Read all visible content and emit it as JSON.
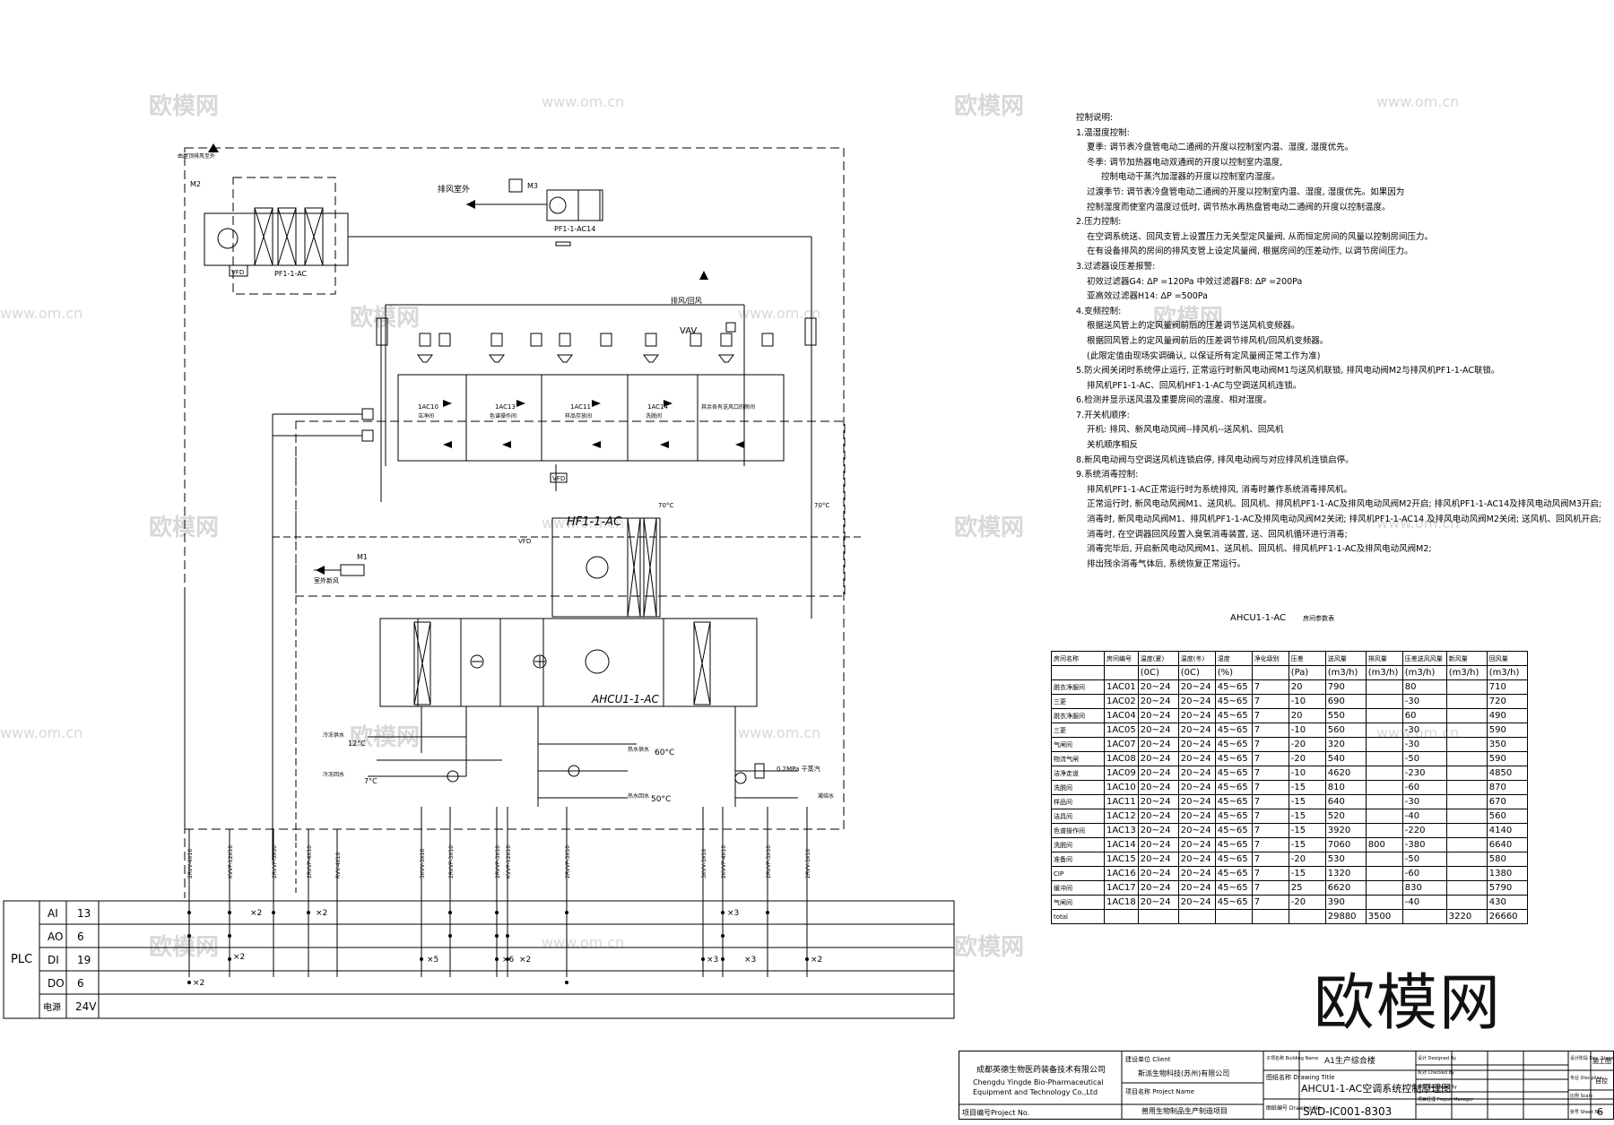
{
  "diagram": {
    "ahu_label": "AHCU1-1-AC",
    "hf_label": "HF1-1-AC",
    "exhaust_fan_label": "PF1-1-AC",
    "exhaust_fan2_label": "PF1-1-AC14",
    "top_left_label": "由屋顶排风至外",
    "exhaust_outdoor": "排风室外",
    "exhaust_top_mid": "排风/回风",
    "vav": "VAV",
    "fresh_air": "室外新风",
    "vfd": "VFD",
    "m1": "M1",
    "m2": "M2",
    "m3": "M3",
    "temp_70_left": "70°C",
    "temp_70_right": "70°C",
    "temp_12": "12°C",
    "cold_water_supply": "冷冻供水",
    "cold_water_return": "冷冻回水",
    "temp_7": "7°C",
    "hot_water_supply": "热水供水",
    "temp_60": "60°C",
    "hot_water_return": "热水回水",
    "temp_50": "50°C",
    "steam": "0.2MPa 干蒸汽",
    "condensate": "凝结水",
    "rooms": [
      {
        "code": "1AC10",
        "name": "洁净间"
      },
      {
        "code": "1AC13",
        "name": "色谱操作间"
      },
      {
        "code": "1AC11",
        "name": "样品存放间"
      },
      {
        "code": "1AC14",
        "name": "洗脱间"
      },
      {
        "code": "",
        "name": "其余各有送风口的房间"
      }
    ],
    "cables": [
      "2RVV-4X10",
      "KVVP-12X10",
      "2RVVP-3X10",
      "2RVVP-4X10",
      "RVV-4X10",
      "5KVV-3X10",
      "2RVVP-3X10",
      "2RVVP-3X10",
      "KVVP-12X10",
      "2RVVP-3X10",
      "3KVV-3X10",
      "2KVVP-4X10",
      "2RVVP-3X10",
      "2RVV-3X10"
    ]
  },
  "plc": {
    "title": "PLC",
    "rows": [
      {
        "name": "AI",
        "value": "13"
      },
      {
        "name": "AO",
        "value": "6"
      },
      {
        "name": "DI",
        "value": "19"
      },
      {
        "name": "DO",
        "value": "6"
      },
      {
        "name": "电源",
        "value": "24V"
      }
    ],
    "multipliers": [
      "×2",
      "×2",
      "×3",
      "×2",
      "×5",
      "×6",
      "×2",
      "×3",
      "×3",
      "×2",
      "×2"
    ]
  },
  "notes": {
    "title": "控制说明:",
    "lines": [
      {
        "t": "1.温湿度控制:",
        "lvl": 0
      },
      {
        "t": "夏季: 调节表冷盘管电动二通阀的开度以控制室内温、湿度, 湿度优先。",
        "lvl": 1
      },
      {
        "t": "冬季:   调节加热器电动双通阀的开度以控制室内温度,",
        "lvl": 1
      },
      {
        "t": "控制电动干蒸汽加湿器的开度以控制室内湿度。",
        "lvl": 2
      },
      {
        "t": "过渡季节: 调节表冷盘管电动二通阀的开度以控制室内温、湿度, 湿度优先。如果因为",
        "lvl": 1
      },
      {
        "t": "控制湿度而使室内温度过低时, 调节热水再热盘管电动二通阀的开度以控制温度。",
        "lvl": 1
      },
      {
        "t": "2.压力控制:",
        "lvl": 0
      },
      {
        "t": "在空调系统送、回风支管上设置压力无关型定风量阀, 从而恒定房间的风量以控制房间压力。",
        "lvl": 1
      },
      {
        "t": "在有设备排风的房间的排风支管上设定风量阀, 根据房间的压差动作, 以调节房间压力。",
        "lvl": 1
      },
      {
        "t": "3.过滤器设压差报警:",
        "lvl": 0
      },
      {
        "t": "初效过滤器G4:        ΔP  =120Pa                中效过滤器F8:    ΔP  =200Pa",
        "lvl": 1
      },
      {
        "t": "亚高效过滤器H14:   ΔP  =500Pa",
        "lvl": 1
      },
      {
        "t": "4.变频控制:",
        "lvl": 0
      },
      {
        "t": "根据送风管上的定风量阀前后的压差调节送风机变频器。",
        "lvl": 1
      },
      {
        "t": "根据回风管上的定风量阀前后的压差调节排风机/回风机变频器。",
        "lvl": 1
      },
      {
        "t": "(此限定值由现场实调确认, 以保证所有定风量阀正常工作为准)",
        "lvl": 1
      },
      {
        "t": "5.防火阀关闭时系统停止运行, 正常运行时新风电动阀M1与送风机联锁, 排风电动阀M2与排风机PF1-1-AC联锁。",
        "lvl": 0
      },
      {
        "t": "排风机PF1-1-AC、回风机HF1-1-AC与空调送风机连锁。",
        "lvl": 1
      },
      {
        "t": "6.检测并显示送风温及重要房间的温度、相对湿度。",
        "lvl": 0
      },
      {
        "t": "7.开关机顺序:",
        "lvl": 0
      },
      {
        "t": "开机: 排风、新风电动风阀--排风机--送风机、回风机",
        "lvl": 1
      },
      {
        "t": "关机顺序相反",
        "lvl": 1
      },
      {
        "t": "8.新风电动阀与空调送风机连锁启停, 排风电动阀与对应排风机连锁启停。",
        "lvl": 0
      },
      {
        "t": "9.系统消毒控制:",
        "lvl": 0
      },
      {
        "t": "排风机PF1-1-AC正常运行时为系统排风, 消毒时兼作系统消毒排风机。",
        "lvl": 1
      },
      {
        "t": "正常运行时, 新风电动风阀M1、送风机、回风机、排风机PF1-1-AC及排风电动风阀M2开启; 排风机PF1-1-AC14及排风电动风阀M3开启;",
        "lvl": 1
      },
      {
        "t": "消毒时, 新风电动风阀M1、排风机PF1-1-AC及排风电动风阀M2关闭; 排风机PF1-1-AC14 及排风电动风阀M2关闭; 送风机、回风机开启;",
        "lvl": 1
      },
      {
        "t": "消毒时, 在空调器回风段置入臭氧消毒装置, 送、回风机循环进行消毒;",
        "lvl": 1
      },
      {
        "t": "消毒完毕后, 开启新风电动风阀M1、送风机、回风机、排风机PF1-1-AC及排风电动风阀M2;",
        "lvl": 1
      },
      {
        "t": "排出残余消毒气体后, 系统恢复正常运行。",
        "lvl": 1
      }
    ]
  },
  "room_table": {
    "title_code": "AHCU1-1-AC",
    "title_text": "房间参数表",
    "header": [
      "房间名称",
      "房间编号",
      "温度(夏)",
      "温度(冬)",
      "湿度",
      "净化级别",
      "压差",
      "送风量",
      "排风量",
      "压差送风风量",
      "新风量",
      "回风量"
    ],
    "units": [
      "",
      "",
      "(0C)",
      "(0C)",
      "(%)",
      "",
      "(Pa)",
      "(m3/h)",
      "(m3/h)",
      "(m3/h)",
      "(m3/h)",
      "(m3/h)"
    ],
    "rows": [
      [
        "脱衣净服间",
        "1AC01",
        "20~24",
        "20~24",
        "45~65",
        "7",
        "20",
        "790",
        "",
        "80",
        "",
        "710"
      ],
      [
        "三更",
        "1AC02",
        "20~24",
        "20~24",
        "45~65",
        "7",
        "-10",
        "690",
        "",
        "-30",
        "",
        "720"
      ],
      [
        "脱衣净服间",
        "1AC04",
        "20~24",
        "20~24",
        "45~65",
        "7",
        "20",
        "550",
        "",
        "60",
        "",
        "490"
      ],
      [
        "三更",
        "1AC05",
        "20~24",
        "20~24",
        "45~65",
        "7",
        "-10",
        "560",
        "",
        "-30",
        "",
        "590"
      ],
      [
        "气闸间",
        "1AC07",
        "20~24",
        "20~24",
        "45~65",
        "7",
        "-20",
        "320",
        "",
        "-30",
        "",
        "350"
      ],
      [
        "物流气闸",
        "1AC08",
        "20~24",
        "20~24",
        "45~65",
        "7",
        "-20",
        "540",
        "",
        "-50",
        "",
        "590"
      ],
      [
        "洁净走道",
        "1AC09",
        "20~24",
        "20~24",
        "45~65",
        "7",
        "-10",
        "4620",
        "",
        "-230",
        "",
        "4850"
      ],
      [
        "洗脱间",
        "1AC10",
        "20~24",
        "20~24",
        "45~65",
        "7",
        "-15",
        "810",
        "",
        "-60",
        "",
        "870"
      ],
      [
        "样品间",
        "1AC11",
        "20~24",
        "20~24",
        "45~65",
        "7",
        "-15",
        "640",
        "",
        "-30",
        "",
        "670"
      ],
      [
        "洁具间",
        "1AC12",
        "20~24",
        "20~24",
        "45~65",
        "7",
        "-15",
        "520",
        "",
        "-40",
        "",
        "560"
      ],
      [
        "色谱操作间",
        "1AC13",
        "20~24",
        "20~24",
        "45~65",
        "7",
        "-15",
        "3920",
        "",
        "-220",
        "",
        "4140"
      ],
      [
        "洗脱间",
        "1AC14",
        "20~24",
        "20~24",
        "45~65",
        "7",
        "-15",
        "7060",
        "800",
        "-380",
        "",
        "6640"
      ],
      [
        "准备间",
        "1AC15",
        "20~24",
        "20~24",
        "45~65",
        "7",
        "-20",
        "530",
        "",
        "-50",
        "",
        "580"
      ],
      [
        "CIP",
        "1AC16",
        "20~24",
        "20~24",
        "45~65",
        "7",
        "-15",
        "1320",
        "",
        "-60",
        "",
        "1380"
      ],
      [
        "缓冲间",
        "1AC17",
        "20~24",
        "20~24",
        "45~65",
        "7",
        "25",
        "6620",
        "",
        "830",
        "",
        "5790"
      ],
      [
        "气闸间",
        "1AC18",
        "20~24",
        "20~24",
        "45~65",
        "7",
        "-20",
        "390",
        "",
        "-40",
        "",
        "430"
      ],
      [
        "total",
        "",
        "",
        "",
        "",
        "",
        "",
        "29880",
        "3500",
        "",
        "3220",
        "26660"
      ]
    ]
  },
  "title_block": {
    "company_cn": "成都英德生物医药装备技术有限公司",
    "company_en1": "Chengdu Yingde Bio-Pharmaceutical",
    "company_en2": "Equipment and Technology Co.,Ltd",
    "client_label": "建设单位 Client",
    "client_name": "斯派生物科技(苏州)有限公司",
    "project_label": "项目名称 Project  Name",
    "project_name": "兽用生物制品生产制造项目",
    "project_no_label": "项目编号Project  No.",
    "building_label": "子项名称 Building Name",
    "building_value": "A1生产综合楼",
    "drawing_title_label": "图纸名称 Drawing  Title",
    "drawing_title_value": "AHCU1-1-AC空调系统控制原理图",
    "drawing_no_label": "图纸编号 Drawing No.",
    "drawing_no_value": "SAD-IC001-8303",
    "designed": "设计 Designed By",
    "checked": "校对 Checked By",
    "reviewed": "审核 Reviewed By",
    "pm": "项目经理 Project Manager",
    "stage_label": "设计阶段 Des. Stage",
    "stage_value": "施工图",
    "discipline_label": "专业 Discipline",
    "discipline_value": "自控",
    "scale_label": "比例 Scale",
    "sheet_label": "张号 Sheet No.",
    "sheet_value": "6"
  },
  "watermarks": [
    "欧模网",
    "www.om.cn"
  ],
  "logo": "欧模网"
}
